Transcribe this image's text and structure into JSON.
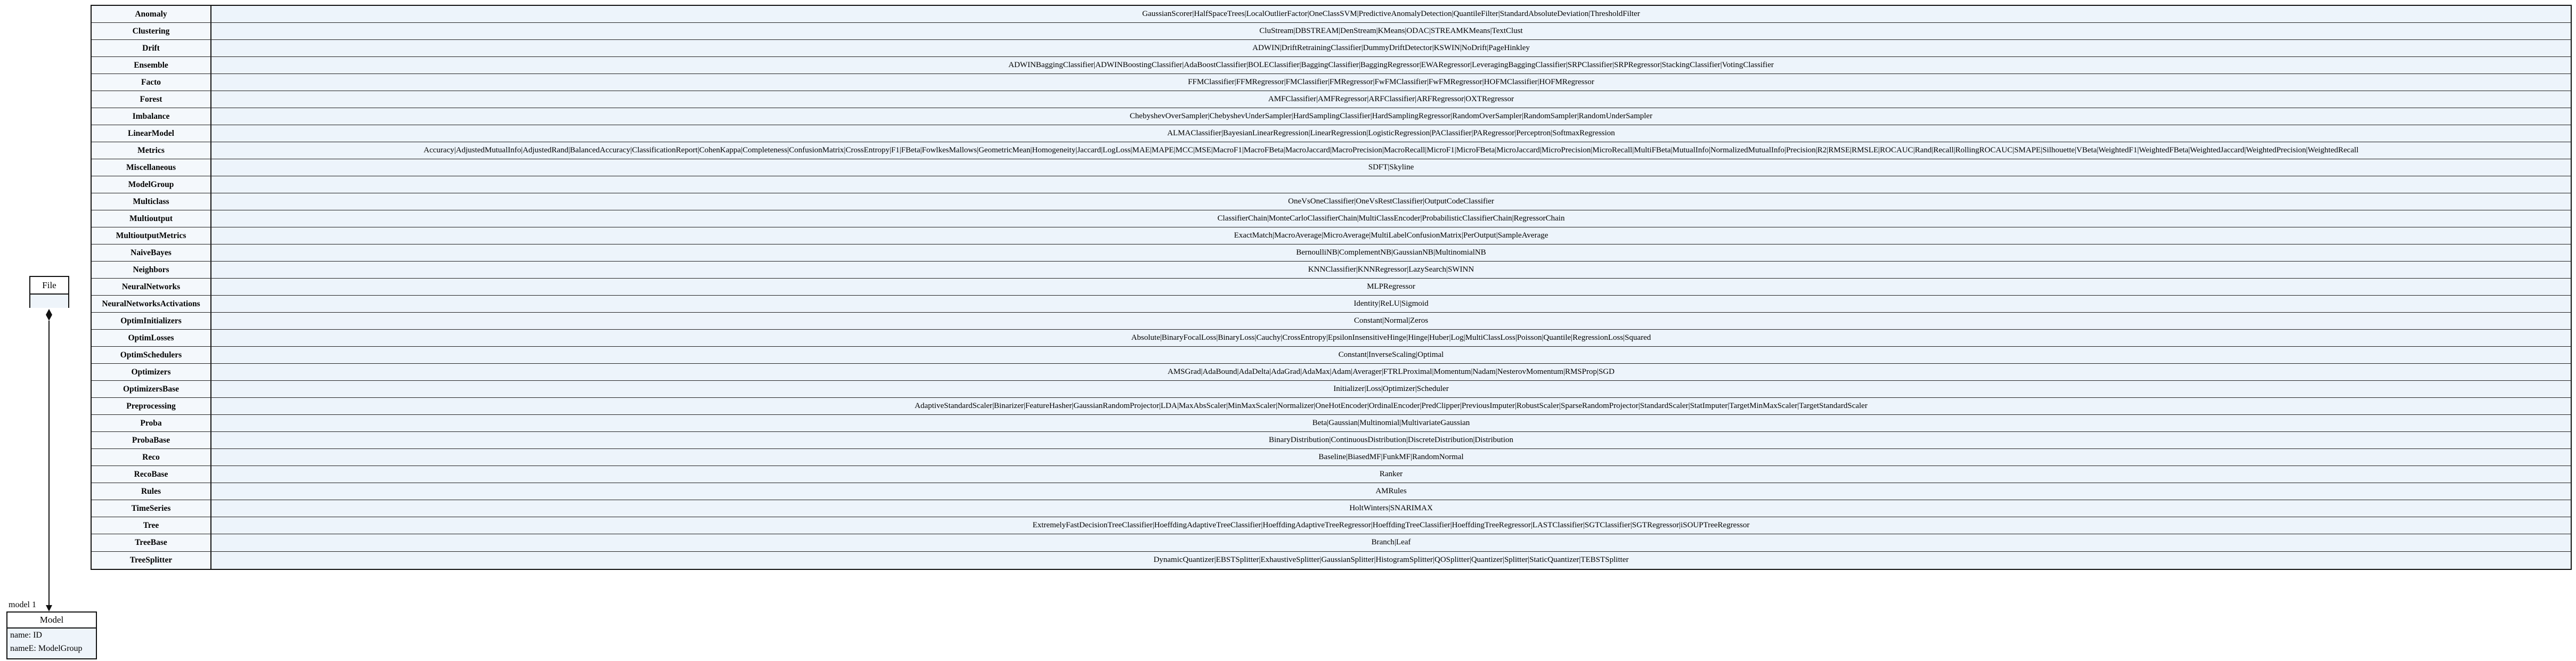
{
  "file_class": {
    "name": "File"
  },
  "model_class": {
    "name": "Model",
    "attributes": [
      "name: ID",
      "nameE: ModelGroup"
    ]
  },
  "association": {
    "label": "model 1"
  },
  "modules": [
    {
      "name": "Anomaly",
      "classes": "GaussianScorer|HalfSpaceTrees|LocalOutlierFactor|OneClassSVM|PredictiveAnomalyDetection|QuantileFilter|StandardAbsoluteDeviation|ThresholdFilter"
    },
    {
      "name": "Clustering",
      "classes": "CluStream|DBSTREAM|DenStream|KMeans|ODAC|STREAMKMeans|TextClust"
    },
    {
      "name": "Drift",
      "classes": "ADWIN|DriftRetrainingClassifier|DummyDriftDetector|KSWIN|NoDrift|PageHinkley"
    },
    {
      "name": "Ensemble",
      "classes": "ADWINBaggingClassifier|ADWINBoostingClassifier|AdaBoostClassifier|BOLEClassifier|BaggingClassifier|BaggingRegressor|EWARegressor|LeveragingBaggingClassifier|SRPClassifier|SRPRegressor|StackingClassifier|VotingClassifier"
    },
    {
      "name": "Facto",
      "classes": "FFMClassifier|FFMRegressor|FMClassifier|FMRegressor|FwFMClassifier|FwFMRegressor|HOFMClassifier|HOFMRegressor"
    },
    {
      "name": "Forest",
      "classes": "AMFClassifier|AMFRegressor|ARFClassifier|ARFRegressor|OXTRegressor"
    },
    {
      "name": "Imbalance",
      "classes": "ChebyshevOverSampler|ChebyshevUnderSampler|HardSamplingClassifier|HardSamplingRegressor|RandomOverSampler|RandomSampler|RandomUnderSampler"
    },
    {
      "name": "LinearModel",
      "classes": "ALMAClassifier|BayesianLinearRegression|LinearRegression|LogisticRegression|PAClassifier|PARegressor|Perceptron|SoftmaxRegression"
    },
    {
      "name": "Metrics",
      "classes": "Accuracy|AdjustedMutualInfo|AdjustedRand|BalancedAccuracy|ClassificationReport|CohenKappa|Completeness|ConfusionMatrix|CrossEntropy|F1|FBeta|FowlkesMallows|GeometricMean|Homogeneity|Jaccard|LogLoss|MAE|MAPE|MCC|MSE|MacroF1|MacroFBeta|MacroJaccard|MacroPrecision|MacroRecall|MicroF1|MicroFBeta|MicroJaccard|MicroPrecision|MicroRecall|MultiFBeta|MutualInfo|NormalizedMutualInfo|Precision|R2|RMSE|RMSLE|ROCAUC|Rand|Recall|RollingROCAUC|SMAPE|Silhouette|VBeta|WeightedF1|WeightedFBeta|WeightedJaccard|WeightedPrecision|WeightedRecall"
    },
    {
      "name": "Miscellaneous",
      "classes": "SDFT|Skyline"
    },
    {
      "name": "ModelGroup",
      "classes": ""
    },
    {
      "name": "Multiclass",
      "classes": "OneVsOneClassifier|OneVsRestClassifier|OutputCodeClassifier"
    },
    {
      "name": "Multioutput",
      "classes": "ClassifierChain|MonteCarloClassifierChain|MultiClassEncoder|ProbabilisticClassifierChain|RegressorChain"
    },
    {
      "name": "MultioutputMetrics",
      "classes": "ExactMatch|MacroAverage|MicroAverage|MultiLabelConfusionMatrix|PerOutput|SampleAverage"
    },
    {
      "name": "NaiveBayes",
      "classes": "BernoulliNB|ComplementNB|GaussianNB|MultinomialNB"
    },
    {
      "name": "Neighbors",
      "classes": "KNNClassifier|KNNRegressor|LazySearch|SWINN"
    },
    {
      "name": "NeuralNetworks",
      "classes": "MLPRegressor"
    },
    {
      "name": "NeuralNetworksActivations",
      "classes": "Identity|ReLU|Sigmoid"
    },
    {
      "name": "OptimInitializers",
      "classes": "Constant|Normal|Zeros"
    },
    {
      "name": "OptimLosses",
      "classes": "Absolute|BinaryFocalLoss|BinaryLoss|Cauchy|CrossEntropy|EpsilonInsensitiveHinge|Hinge|Huber|Log|MultiClassLoss|Poisson|Quantile|RegressionLoss|Squared"
    },
    {
      "name": "OptimSchedulers",
      "classes": "Constant|InverseScaling|Optimal"
    },
    {
      "name": "Optimizers",
      "classes": "AMSGrad|AdaBound|AdaDelta|AdaGrad|AdaMax|Adam|Averager|FTRLProximal|Momentum|Nadam|NesterovMomentum|RMSProp|SGD"
    },
    {
      "name": "OptimizersBase",
      "classes": "Initializer|Loss|Optimizer|Scheduler"
    },
    {
      "name": "Preprocessing",
      "classes": "AdaptiveStandardScaler|Binarizer|FeatureHasher|GaussianRandomProjector|LDA|MaxAbsScaler|MinMaxScaler|Normalizer|OneHotEncoder|OrdinalEncoder|PredClipper|PreviousImputer|RobustScaler|SparseRandomProjector|StandardScaler|StatImputer|TargetMinMaxScaler|TargetStandardScaler"
    },
    {
      "name": "Proba",
      "classes": "Beta|Gaussian|Multinomial|MultivariateGaussian"
    },
    {
      "name": "ProbaBase",
      "classes": "BinaryDistribution|ContinuousDistribution|DiscreteDistribution|Distribution"
    },
    {
      "name": "Reco",
      "classes": "Baseline|BiasedMF|FunkMF|RandomNormal"
    },
    {
      "name": "RecoBase",
      "classes": "Ranker"
    },
    {
      "name": "Rules",
      "classes": "AMRules"
    },
    {
      "name": "TimeSeries",
      "classes": "HoltWinters|SNARIMAX"
    },
    {
      "name": "Tree",
      "classes": "ExtremelyFastDecisionTreeClassifier|HoeffdingAdaptiveTreeClassifier|HoeffdingAdaptiveTreeRegressor|HoeffdingTreeClassifier|HoeffdingTreeRegressor|LASTClassifier|SGTClassifier|SGTRegressor|iSOUPTreeRegressor"
    },
    {
      "name": "TreeBase",
      "classes": "Branch|Leaf"
    },
    {
      "name": "TreeSplitter",
      "classes": "DynamicQuantizer|EBSTSplitter|ExhaustiveSplitter|GaussianSplitter|HistogramSplitter|QOSplitter|Quantizer|Splitter|StaticQuantizer|TEBSTSplitter"
    }
  ]
}
